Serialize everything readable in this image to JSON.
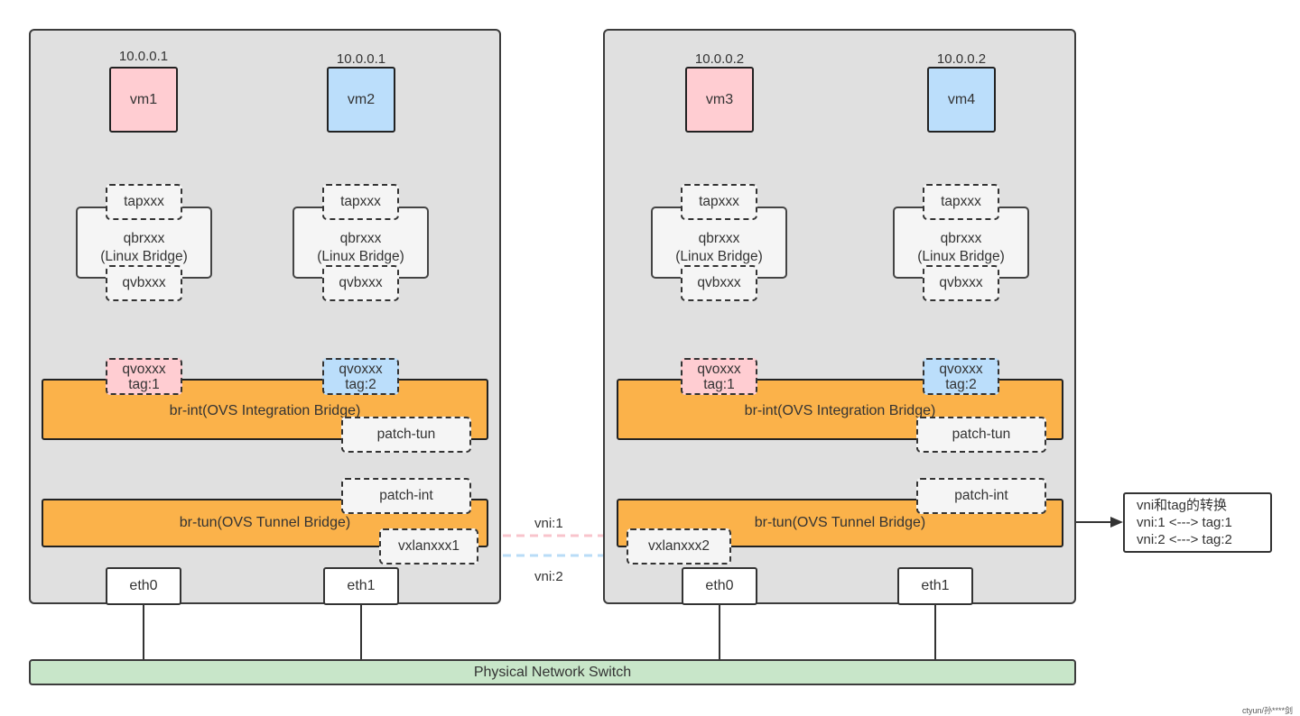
{
  "hosts": [
    {
      "vms": [
        {
          "name": "vm1",
          "ip": "10.0.0.1",
          "qvo": "qvoxxx",
          "tag": "tag:1"
        },
        {
          "name": "vm2",
          "ip": "10.0.0.1",
          "qvo": "qvoxxx",
          "tag": "tag:2"
        }
      ],
      "tap": "tapxxx",
      "qbr_name": "qbrxxx",
      "qbr_type": "(Linux Bridge)",
      "qvb": "qvbxxx",
      "br_int": "br-int(OVS Integration Bridge)",
      "patch_tun": "patch-tun",
      "patch_int": "patch-int",
      "br_tun": "br-tun(OVS Tunnel Bridge)",
      "vxlan": "vxlanxxx1",
      "eth0": "eth0",
      "eth1": "eth1"
    },
    {
      "vms": [
        {
          "name": "vm3",
          "ip": "10.0.0.2",
          "qvo": "qvoxxx",
          "tag": "tag:1"
        },
        {
          "name": "vm4",
          "ip": "10.0.0.2",
          "qvo": "qvoxxx",
          "tag": "tag:2"
        }
      ],
      "tap": "tapxxx",
      "qbr_name": "qbrxxx",
      "qbr_type": "(Linux Bridge)",
      "qvb": "qvbxxx",
      "br_int": "br-int(OVS Integration Bridge)",
      "patch_tun": "patch-tun",
      "patch_int": "patch-int",
      "br_tun": "br-tun(OVS Tunnel Bridge)",
      "vxlan": "vxlanxxx2",
      "eth0": "eth0",
      "eth1": "eth1"
    }
  ],
  "tunnel": {
    "vni1": "vni:1",
    "vni2": "vni:2"
  },
  "switch": "Physical Network Switch",
  "note": [
    "vni和tag的转换",
    "vni:1 <---> tag:1",
    "vni:2 <---> tag:2"
  ],
  "watermark": "ctyun/孙****剑",
  "colors": {
    "host_bg": "#e0e0e0",
    "vm_pink": "#ffcdd2",
    "vm_blue": "#bbdefb",
    "bridge": "#fbb24a",
    "switch": "#c8e6c9",
    "tunnel_pink": "#f8c4cc",
    "tunnel_blue": "#b9dcf7"
  }
}
